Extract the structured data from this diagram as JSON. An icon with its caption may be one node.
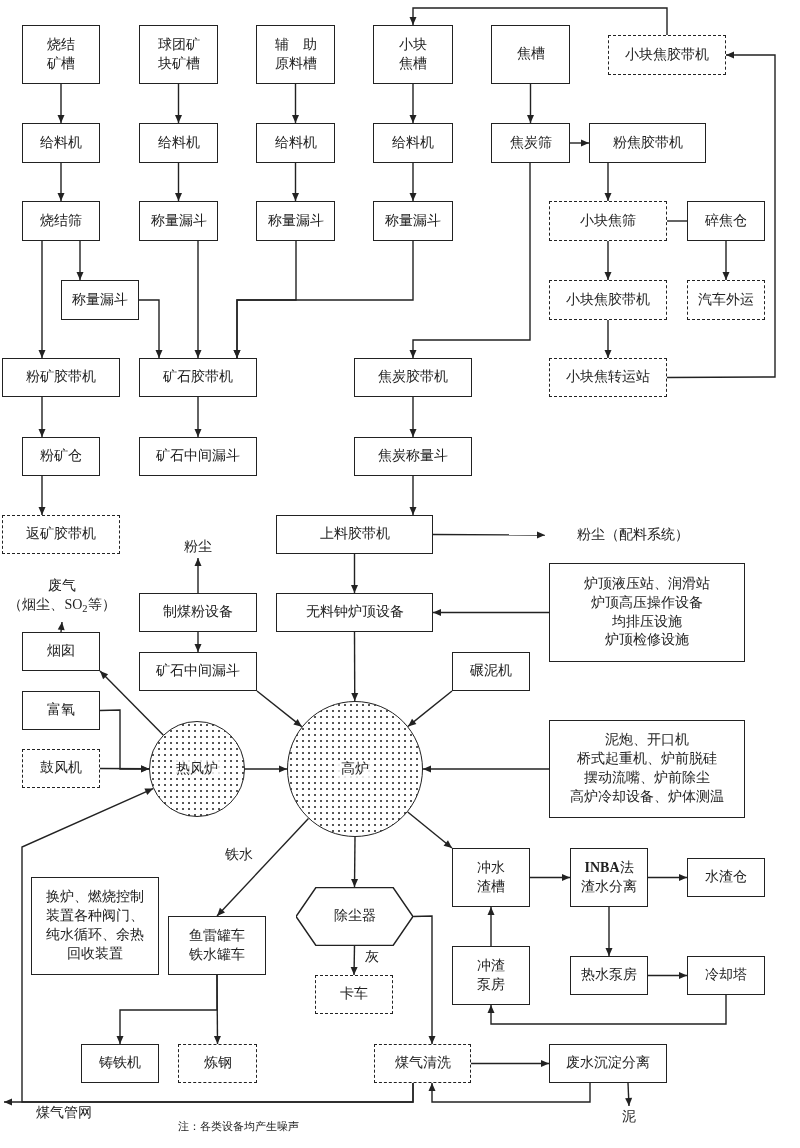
{
  "diagram": {
    "nodes": [
      {
        "text": [
          "烧结矿槽"
        ]
      },
      {
        "text": [
          "球团矿块矿槽"
        ]
      },
      {
        "text": [
          "辅　助原料槽"
        ]
      },
      {
        "text": [
          "小块焦槽"
        ]
      },
      {
        "text": [
          "焦槽"
        ]
      },
      {
        "text": [
          "小块焦胶带机"
        ]
      },
      {
        "text": [
          "给料机"
        ]
      },
      {
        "text": [
          "给料机"
        ]
      },
      {
        "text": [
          "给料机"
        ]
      },
      {
        "text": [
          "给料机"
        ]
      },
      {
        "text": [
          "焦炭筛"
        ]
      },
      {
        "text": [
          "粉焦胶带机"
        ]
      },
      {
        "text": [
          "烧结筛"
        ]
      },
      {
        "text": [
          "称量漏斗"
        ]
      },
      {
        "text": [
          "称量漏斗"
        ]
      },
      {
        "text": [
          "称量漏斗"
        ]
      },
      {
        "text": [
          "小块焦筛"
        ]
      },
      {
        "text": [
          "碎焦仓"
        ]
      },
      {
        "text": [
          "称量漏斗"
        ]
      },
      {
        "text": [
          "小块焦胶带机"
        ]
      },
      {
        "text": [
          "汽车外运"
        ]
      },
      {
        "text": [
          "粉矿胶带机"
        ]
      },
      {
        "text": [
          "矿石胶带机"
        ]
      },
      {
        "text": [
          "焦炭胶带机"
        ]
      },
      {
        "text": [
          "小块焦转运站"
        ]
      },
      {
        "text": [
          "粉矿仓"
        ]
      },
      {
        "text": [
          "矿石中间漏斗"
        ]
      },
      {
        "text": [
          "焦炭称量斗"
        ]
      },
      {
        "text": [
          "返矿胶带机"
        ]
      },
      {
        "text": [
          "上料胶带机"
        ]
      },
      {
        "text": [
          "粉尘（配料系统）"
        ]
      },
      {
        "text": [
          "粉尘"
        ]
      },
      {
        "text": [
          "制煤粉设备"
        ]
      },
      {
        "text": [
          "无料钟炉顶设备"
        ]
      },
      {
        "text": [
          "炉顶液压站、润滑站",
          "炉顶高压操作设备",
          "均排压设施",
          "炉顶检修设施"
        ]
      },
      {
        "text": [
          "废气",
          "（烟尘、SO$_{2}$等）"
        ]
      },
      {
        "text": [
          "烟囱"
        ]
      },
      {
        "text": [
          "矿石中间漏斗"
        ]
      },
      {
        "text": [
          "碾泥机"
        ]
      },
      {
        "text": [
          "富氧"
        ]
      },
      {
        "text": [
          "鼓风机"
        ]
      },
      {
        "text": [
          "热风炉"
        ]
      },
      {
        "text": [
          "高炉"
        ]
      },
      {
        "text": [
          "泥炮、开口机",
          "桥式起重机、炉前脱硅",
          "摆动流嘴、炉前除尘",
          "高炉冷却设备、炉体测温"
        ]
      },
      {
        "text": [
          "换炉、燃烧控制装置各种阀门、纯水循环、余热回收装置"
        ]
      },
      {
        "text": [
          "鱼雷罐车",
          "铁水罐车"
        ]
      },
      {
        "text": [
          "除尘器"
        ]
      },
      {
        "text": [
          "冲水渣槽"
        ]
      },
      {
        "text": [
          "**INBA**法渣水分离"
        ]
      },
      {
        "text": [
          "水渣仓"
        ]
      },
      {
        "text": [
          "冲渣泵房"
        ]
      },
      {
        "text": [
          "热水泵房"
        ]
      },
      {
        "text": [
          "冷却塔"
        ]
      },
      {
        "text": [
          "卡车"
        ]
      },
      {
        "text": [
          "铸铁机"
        ]
      },
      {
        "text": [
          "炼钢"
        ]
      },
      {
        "text": [
          "煤气清洗"
        ]
      },
      {
        "text": [
          "废水沉淀分离"
        ]
      },
      {
        "text": [
          "泥"
        ]
      }
    ],
    "edges": [
      {
        "from": 0,
        "to": 6,
        "arrow": "to"
      },
      {
        "from": 1,
        "to": 7,
        "arrow": "to"
      },
      {
        "from": 2,
        "to": 8,
        "arrow": "to"
      },
      {
        "from": 3,
        "to": 9,
        "arrow": "to"
      },
      {
        "from": 4,
        "to": 10,
        "arrow": "to"
      },
      {
        "from": 6,
        "to": 12,
        "arrow": "to"
      },
      {
        "from": 7,
        "to": 13,
        "arrow": "to"
      },
      {
        "from": 8,
        "to": 14,
        "arrow": "to"
      },
      {
        "from": 9,
        "to": 15,
        "arrow": "to"
      },
      {
        "from": 10,
        "to": 11,
        "arrow": "to"
      },
      {
        "from": 11,
        "to": 16,
        "arrow": "to"
      },
      {
        "from": 16,
        "to": 17,
        "arrow": "none"
      },
      {
        "from": 17,
        "to": 20,
        "arrow": "to"
      },
      {
        "from": 16,
        "to": 19,
        "arrow": "to"
      },
      {
        "from": 19,
        "to": 24,
        "arrow": "to"
      },
      {
        "from": 24,
        "to": 5,
        "arrow": "to"
      },
      {
        "from": 5,
        "to": 3,
        "arrow": "to"
      },
      {
        "from": 12,
        "to": 18,
        "arrow": "to"
      },
      {
        "from": 12,
        "to": 21,
        "arrow": "to"
      },
      {
        "from": 13,
        "to": 22,
        "arrow": "to"
      },
      {
        "from": 18,
        "to": 22,
        "arrow": "to"
      },
      {
        "from": 14,
        "to": 22,
        "arrow": "to"
      },
      {
        "from": 15,
        "to": 22,
        "arrow": "to"
      },
      {
        "from": 10,
        "to": 23,
        "arrow": "to"
      },
      {
        "from": 21,
        "to": 25,
        "arrow": "to"
      },
      {
        "from": 22,
        "to": 26,
        "arrow": "to"
      },
      {
        "from": 23,
        "to": 27,
        "arrow": "to"
      },
      {
        "from": 25,
        "to": 28,
        "arrow": "to"
      },
      {
        "from": 27,
        "to": 29,
        "arrow": "to"
      },
      {
        "from": 29,
        "to": 30,
        "arrow": "to"
      },
      {
        "from": 29,
        "to": 33,
        "arrow": "to"
      },
      {
        "from": 32,
        "to": 31,
        "arrow": "to"
      },
      {
        "from": 32,
        "to": 37,
        "arrow": "to"
      },
      {
        "from": 34,
        "to": 33,
        "arrow": "to"
      },
      {
        "from": 36,
        "to": 35,
        "arrow": "to"
      },
      {
        "from": 37,
        "to": 42,
        "arrow": "to"
      },
      {
        "from": 33,
        "to": 42,
        "arrow": "to"
      },
      {
        "from": 38,
        "to": 42,
        "arrow": "to"
      },
      {
        "from": 39,
        "to": 41,
        "arrow": "to"
      },
      {
        "from": 40,
        "to": 41,
        "arrow": "to"
      },
      {
        "from": 41,
        "to": 36,
        "arrow": "to"
      },
      {
        "from": 41,
        "to": 42,
        "arrow": "to"
      },
      {
        "from": 43,
        "to": 42,
        "arrow": "to"
      },
      {
        "from": 42,
        "to": 45,
        "arrow": "to",
        "label": "铁水"
      },
      {
        "from": 42,
        "to": 46,
        "arrow": "to"
      },
      {
        "from": 42,
        "to": 47,
        "arrow": "to"
      },
      {
        "from": 46,
        "to": 53,
        "arrow": "to",
        "label": "灰"
      },
      {
        "from": 46,
        "to": 56,
        "arrow": "to"
      },
      {
        "from": 47,
        "to": 48,
        "arrow": "to"
      },
      {
        "from": 48,
        "to": 49,
        "arrow": "to"
      },
      {
        "from": 48,
        "to": 51,
        "arrow": "to"
      },
      {
        "from": 51,
        "to": 52,
        "arrow": "to"
      },
      {
        "from": 52,
        "to": 50,
        "arrow": "to"
      },
      {
        "from": 50,
        "to": 47,
        "arrow": "to"
      },
      {
        "from": 56,
        "to": 57,
        "arrow": "to"
      },
      {
        "from": 57,
        "to": 56,
        "arrow": "to"
      },
      {
        "from": 57,
        "to": 58,
        "arrow": "to"
      },
      {
        "from": 45,
        "to": 54,
        "arrow": "to"
      },
      {
        "from": 45,
        "to": 55,
        "arrow": "to"
      },
      {
        "from": 56,
        "to": null,
        "arrow": "to"
      },
      {
        "from": 56,
        "to": 41,
        "arrow": "to"
      }
    ],
    "labels": [
      "煤气管网",
      "注：各类设备均产生噪声"
    ]
  }
}
